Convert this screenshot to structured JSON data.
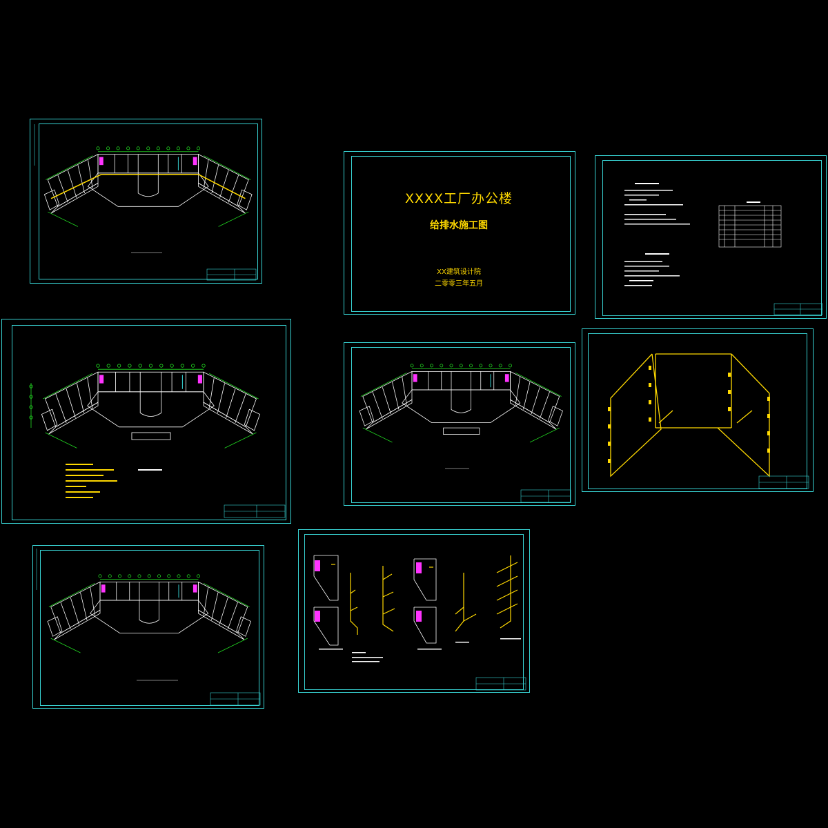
{
  "cover": {
    "title": "XXXX工厂办公楼",
    "subtitle": "给排水施工图",
    "designer": "XX建筑设计院",
    "date": "二零零三年五月"
  },
  "colors": {
    "frame": "#38d4d4",
    "grid": "#22dd22",
    "wall": "#ffffff",
    "pipe": "#ffd900",
    "fixture": "#ff33ff"
  },
  "sheets": [
    {
      "id": "roof-plan"
    },
    {
      "id": "cover"
    },
    {
      "id": "notes"
    },
    {
      "id": "first-floor-plan"
    },
    {
      "id": "second-floor-plan"
    },
    {
      "id": "pipe-system"
    },
    {
      "id": "third-floor-plan"
    },
    {
      "id": "detail-drawings"
    }
  ]
}
